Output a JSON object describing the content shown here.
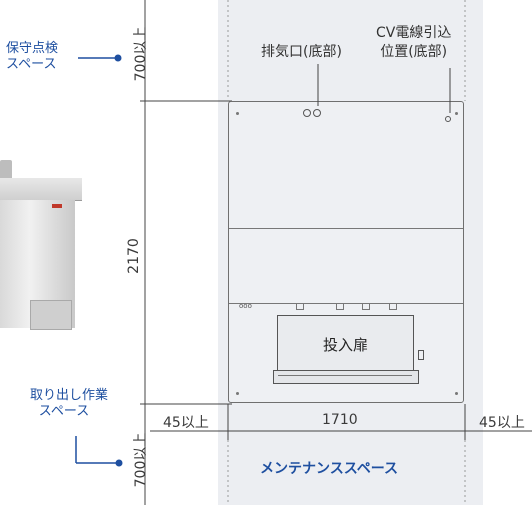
{
  "labels": {
    "maintenance_top_line1": "保守点検",
    "maintenance_top_line2": "スペース",
    "removal_line1": "取り出し作業",
    "removal_line2": "スペース",
    "exhaust": "排気口(底部)",
    "cv_line1": "CV電線引込",
    "cv_line2": "位置(底部)",
    "door": "投入扉",
    "maintenance_space": "メンテナンススペース"
  },
  "dimensions": {
    "top_clearance": "700以上",
    "height": "2170",
    "bottom_clearance": "700以上",
    "left_clearance": "45以上",
    "width": "1710",
    "right_clearance": "45以上"
  },
  "colors": {
    "panel_bg": "#eceef2",
    "panel_edge": "#8a8a8a",
    "accent_blue": "#1e4fa0",
    "line_dark": "#333333"
  }
}
